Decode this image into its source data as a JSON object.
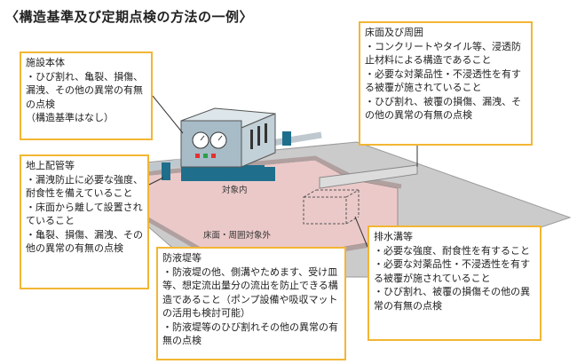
{
  "title": "〈構造基準及び定期点検の方法の一例〉",
  "boxes": {
    "shisetsu": {
      "head": "施設本体",
      "items": [
        "・ひび割れ、亀裂、損傷、漏洩、その他の異常の有無の点検",
        "（構造基準はなし）"
      ]
    },
    "yukamen": {
      "head": "床面及び周囲",
      "items": [
        "・コンクリートやタイル等、浸透防止材料による構造であること",
        "・必要な対薬品性・不浸透性を有する被覆が施されていること",
        "・ひび割れ、被覆の損傷、漏洩、その他の異常の有無の点検"
      ]
    },
    "haikan": {
      "head": "地上配管等",
      "items": [
        "・漏洩防止に必要な強度、耐食性を備えていること",
        "・床面から離して設置されていること",
        "・亀裂、損傷、漏洩、その他の異常の有無の点検"
      ]
    },
    "boeki": {
      "head": "防液堤等",
      "items": [
        "・防液堤の他、側溝やためます、受け皿等、想定流出量分の流出を防止できる構造であること（ポンプ設備や吸収マットの活用も検討可能）",
        "・防液堤等のひび割れその他の異常の有無の点検"
      ]
    },
    "haisui": {
      "head": "排水溝等",
      "items": [
        "・必要な強度、耐食性を有すること",
        "・必要な対薬品性・不浸透性を有する被覆が施されていること",
        "・ひび割れ、被覆の損傷その他の異常の有無の点検"
      ]
    }
  },
  "labels": {
    "inside": "対象内",
    "outside": "床面・周囲対象外"
  },
  "colors": {
    "box_border": "#f2b634",
    "floor_outer": "#c9c9c9",
    "floor_inner": "#e8c6c6",
    "machine": "#9fb4c0"
  }
}
